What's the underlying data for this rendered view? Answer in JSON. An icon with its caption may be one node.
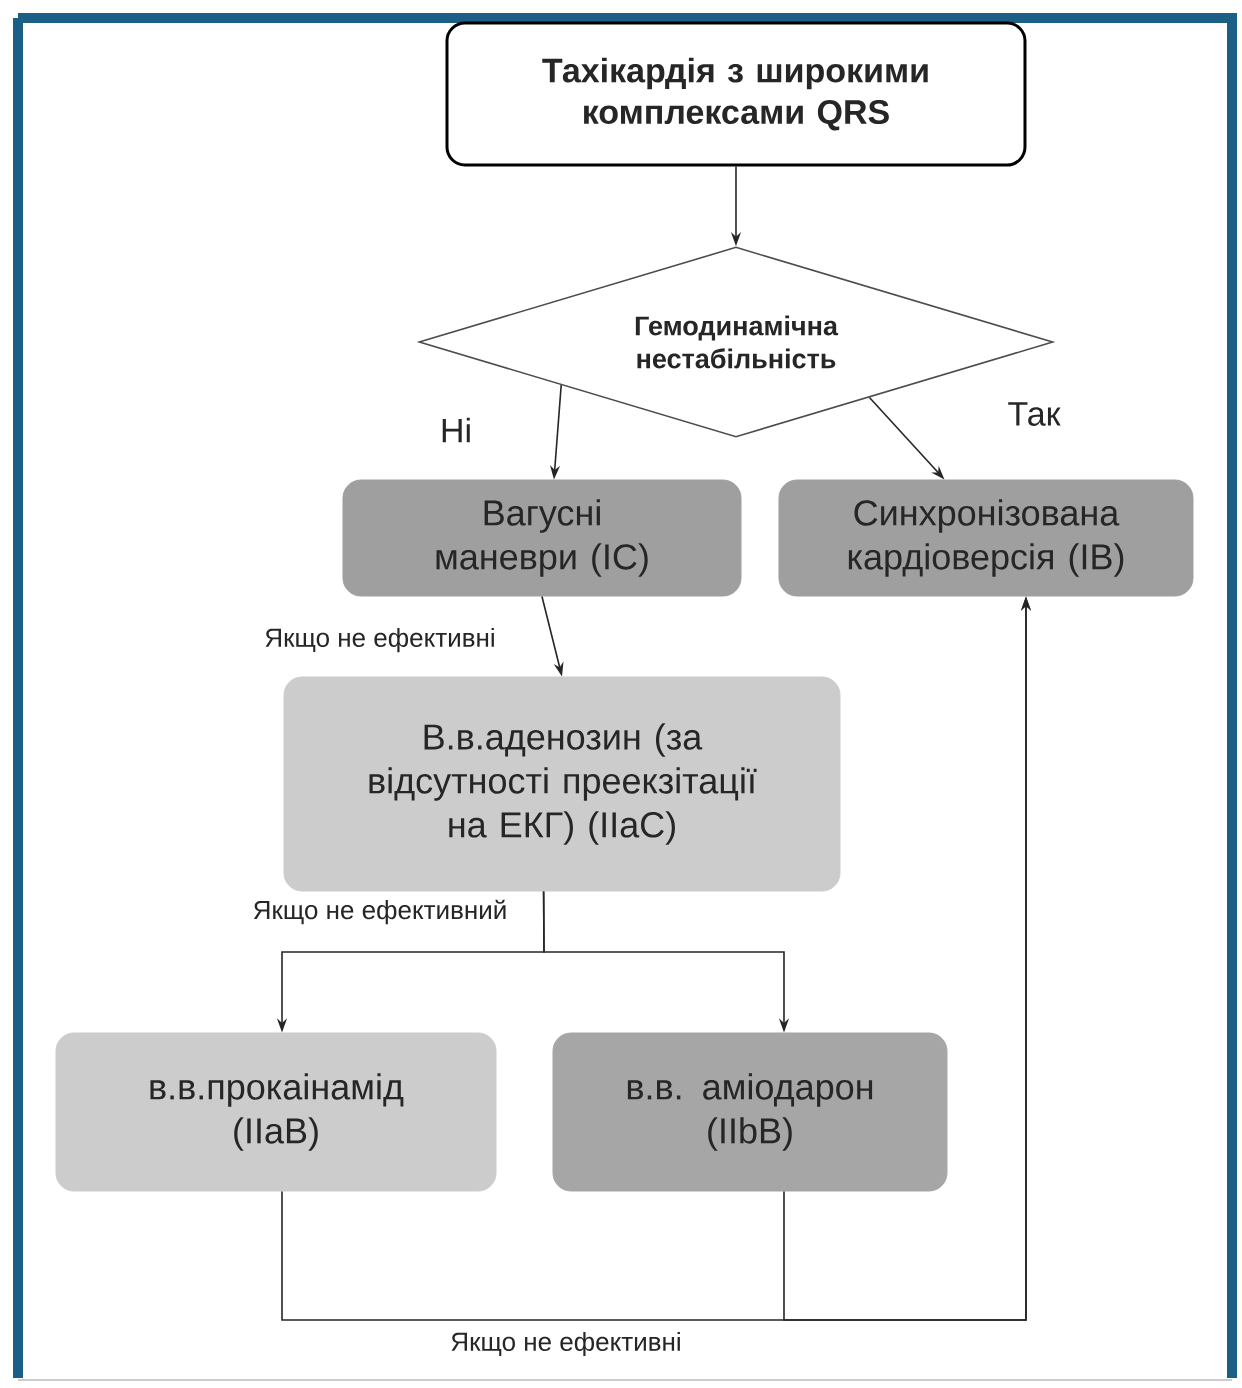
{
  "diagram": {
    "nodes": [
      {
        "text": [
          "Тахікардія з широкими комплексами QRS"
        ]
      },
      {
        "text": [
          "Гемодинамічна нестабільність"
        ]
      },
      {
        "text": [
          "Вагусні маневри (IC)"
        ]
      },
      {
        "text": [
          "Синхронізована кардіоверсія (IB)"
        ]
      },
      {
        "text": [
          "В.в.аденозин (за відсутності преекзітації на ЕКГ) (IIaC)"
        ]
      },
      {
        "text": [
          "в.в.прокаінамід (IIaB)"
        ]
      },
      {
        "text": [
          "в.в. аміодарон (IIbB)"
        ]
      }
    ],
    "edges": [
      {
        "from": 0,
        "to": 1,
        "arrow": "to"
      },
      {
        "from": 1,
        "to": 2,
        "arrow": "to",
        "label": "Ні"
      },
      {
        "from": 1,
        "to": 3,
        "arrow": "to",
        "label": "Так"
      },
      {
        "from": 2,
        "to": 4,
        "arrow": "to",
        "label": "Якщо не ефективні"
      },
      {
        "from": 4,
        "to": 5,
        "arrow": "to",
        "label": "Якщо не ефективний"
      },
      {
        "from": 4,
        "to": 6,
        "arrow": "to"
      },
      {
        "from": 5,
        "to": 3,
        "arrow": "to",
        "label": "Якщо не ефективні"
      },
      {
        "from": 6,
        "to": 3,
        "arrow": "to"
      }
    ]
  }
}
